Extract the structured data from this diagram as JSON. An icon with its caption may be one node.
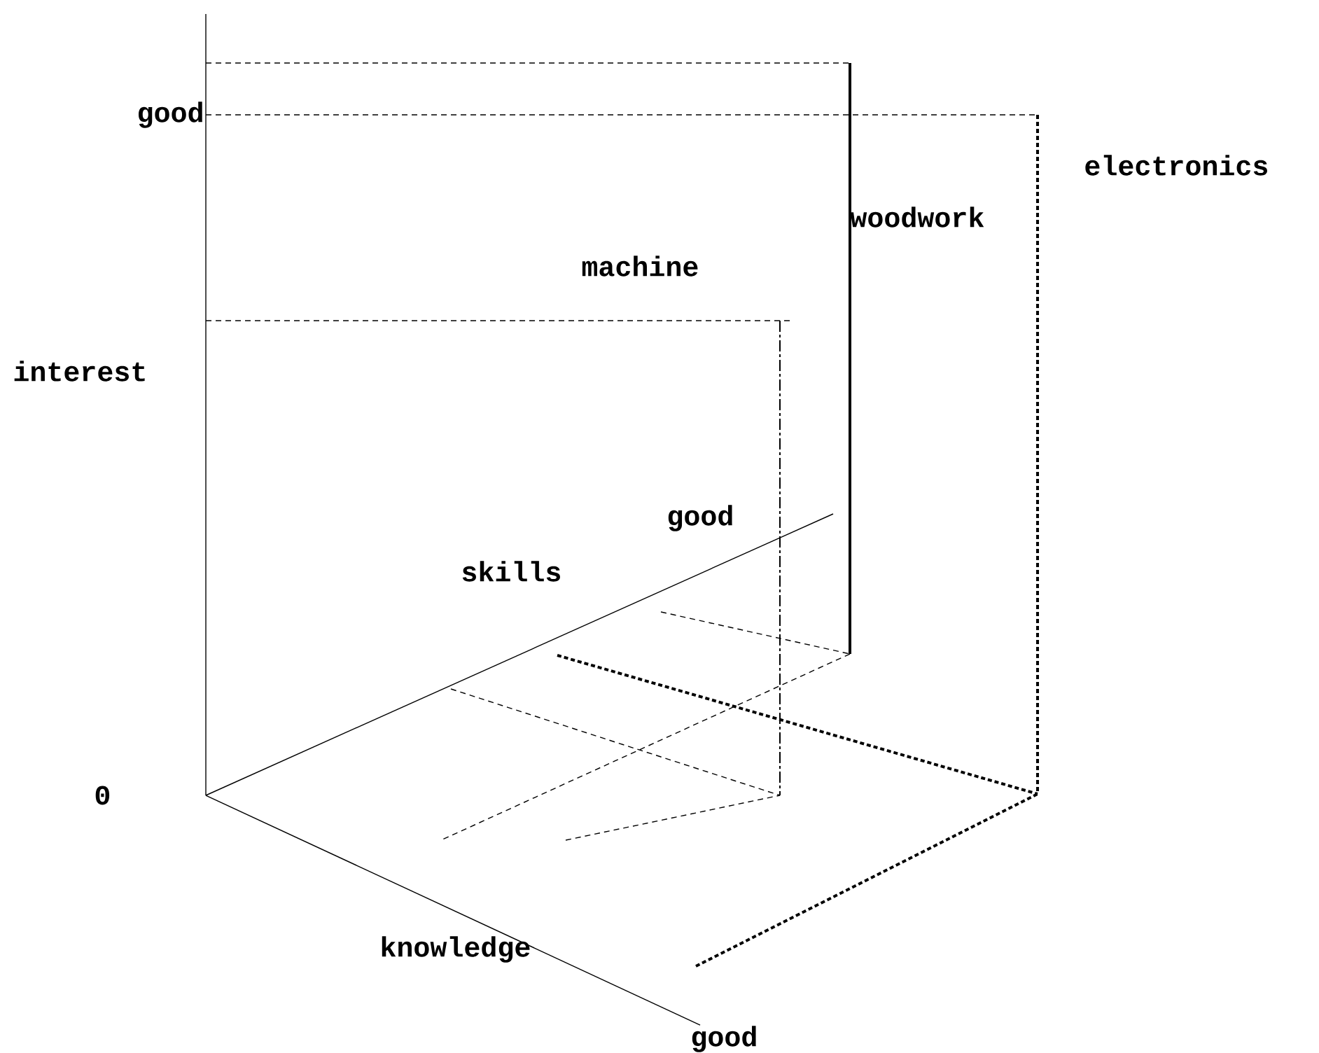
{
  "diagram": {
    "labels": [
      "good",
      "electronics",
      "woodwork",
      "machine",
      "interest",
      "good",
      "skills",
      "0",
      "knowledge",
      "good"
    ]
  }
}
